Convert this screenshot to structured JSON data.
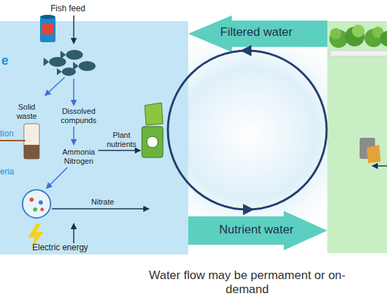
{
  "diagram": {
    "caption": "Water flow may be permament or on-demand",
    "nodes": [
      {
        "text": [
          "e"
        ]
      },
      {
        "text": [
          "Filtered water"
        ]
      },
      {
        "text": [
          "Nutrient water"
        ]
      }
    ],
    "labels": [
      "Fish feed",
      "Solid waste",
      "Dissolved compunds",
      "Plant nutrients",
      "Ammonia Nitrogen",
      "tion",
      "eria",
      "Nitrate",
      "Electric energy"
    ]
  }
}
